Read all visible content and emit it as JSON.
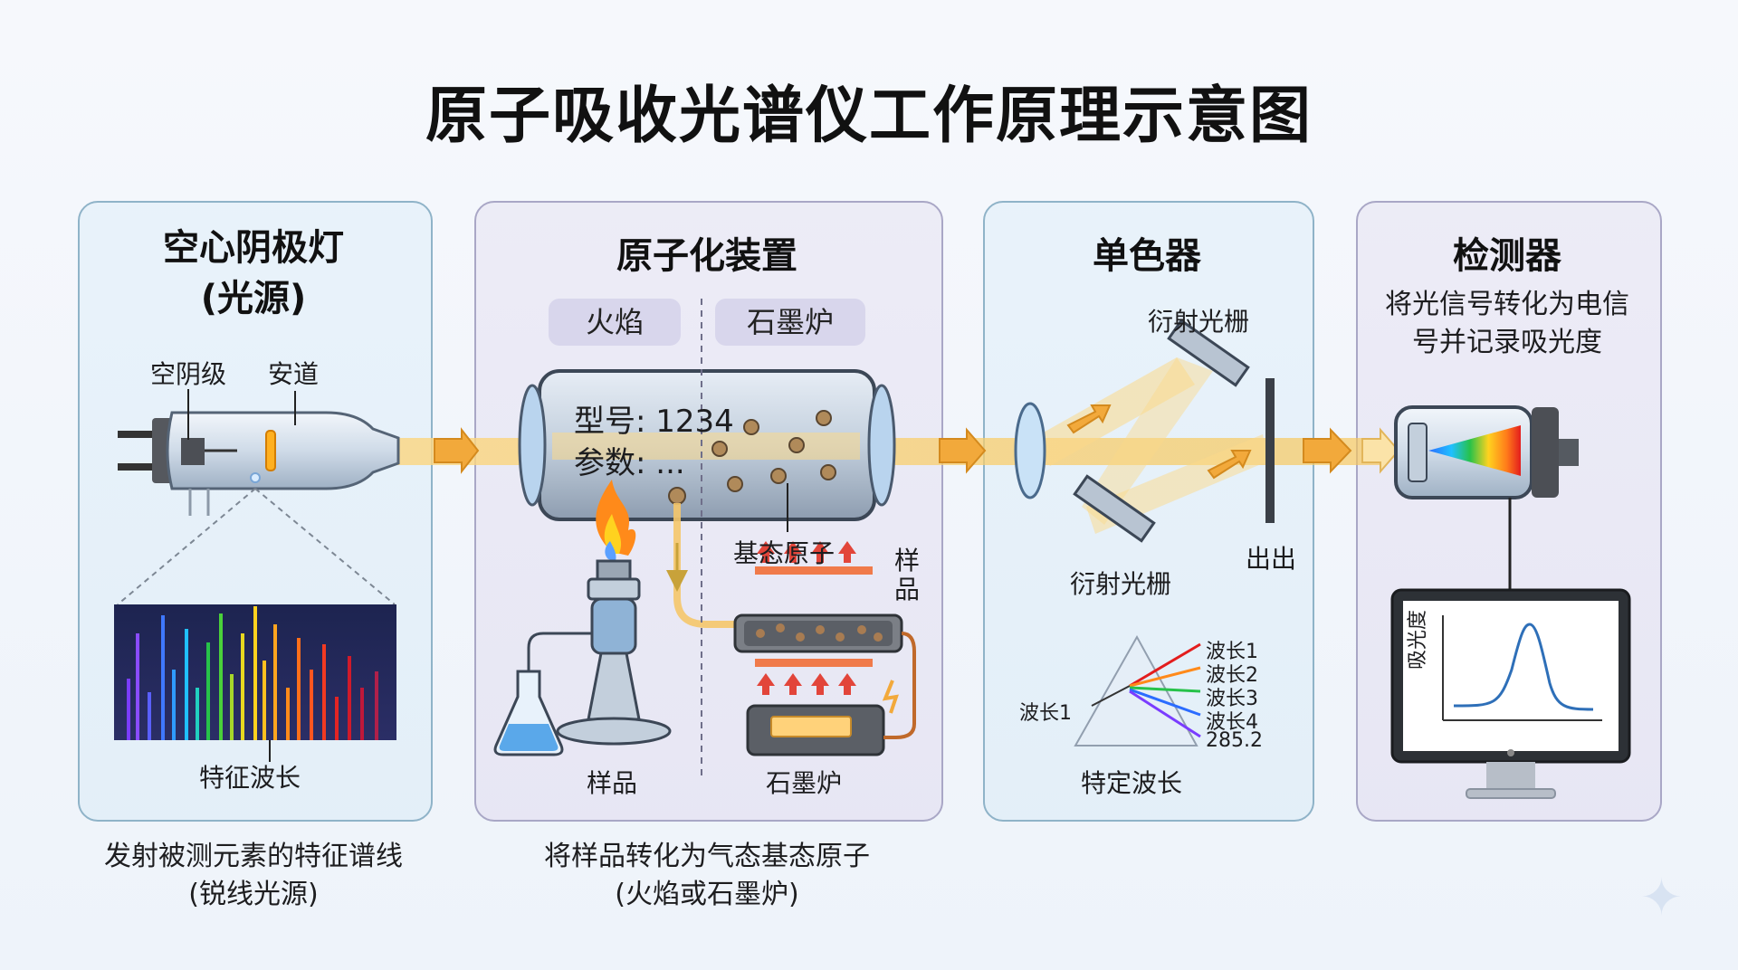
{
  "title": "原子吸收光谱仪工作原理示意图",
  "panels": {
    "lamp": {
      "title_line1": "空心阴极灯",
      "title_line2": "(光源)",
      "cathode_label": "空阴级",
      "anode_label": "安道",
      "spectrum_label": "特征波长",
      "caption_line1": "发射被测元素的特征谱线",
      "caption_line2": "(锐线光源)"
    },
    "atomizer": {
      "title": "原子化装置",
      "tab_flame": "火焰",
      "tab_furnace": "石墨炉",
      "model_label": "型号: 1234",
      "params_label": "参数: ...",
      "ground_state_label": "基态原子",
      "sample_label_vertical": "样品",
      "sample_label": "样品",
      "furnace_label": "石墨炉",
      "caption_line1": "将样品转化为气态基态原子",
      "caption_line2": "(火焰或石墨炉)"
    },
    "monochromator": {
      "title": "单色器",
      "grating_top_label": "衍射光栅",
      "grating_bottom_label": "衍射光栅",
      "exit_label": "出出",
      "prism_input_label": "波长1",
      "prism_outputs": [
        "波长1",
        "波长2",
        "波长3",
        "波长4",
        "285.2"
      ],
      "specific_wavelength_label": "特定波长"
    },
    "detector": {
      "title": "检测器",
      "desc_line1": "将光信号转化为电信",
      "desc_line2": "号并记录吸光度",
      "y_axis_label": "吸光度"
    }
  },
  "colors": {
    "panel_border_blue": "#8fb3c8",
    "panel_border_purple": "#a9a7c6",
    "beam": "#f7c75a",
    "arrow": "#f2a93b"
  },
  "icons": [
    "hollow-cathode-lamp-icon",
    "flame-icon",
    "flask-icon",
    "graphite-furnace-icon",
    "lens-icon",
    "grating-icon",
    "prism-icon",
    "photomultiplier-icon",
    "monitor-icon",
    "lightning-icon"
  ]
}
